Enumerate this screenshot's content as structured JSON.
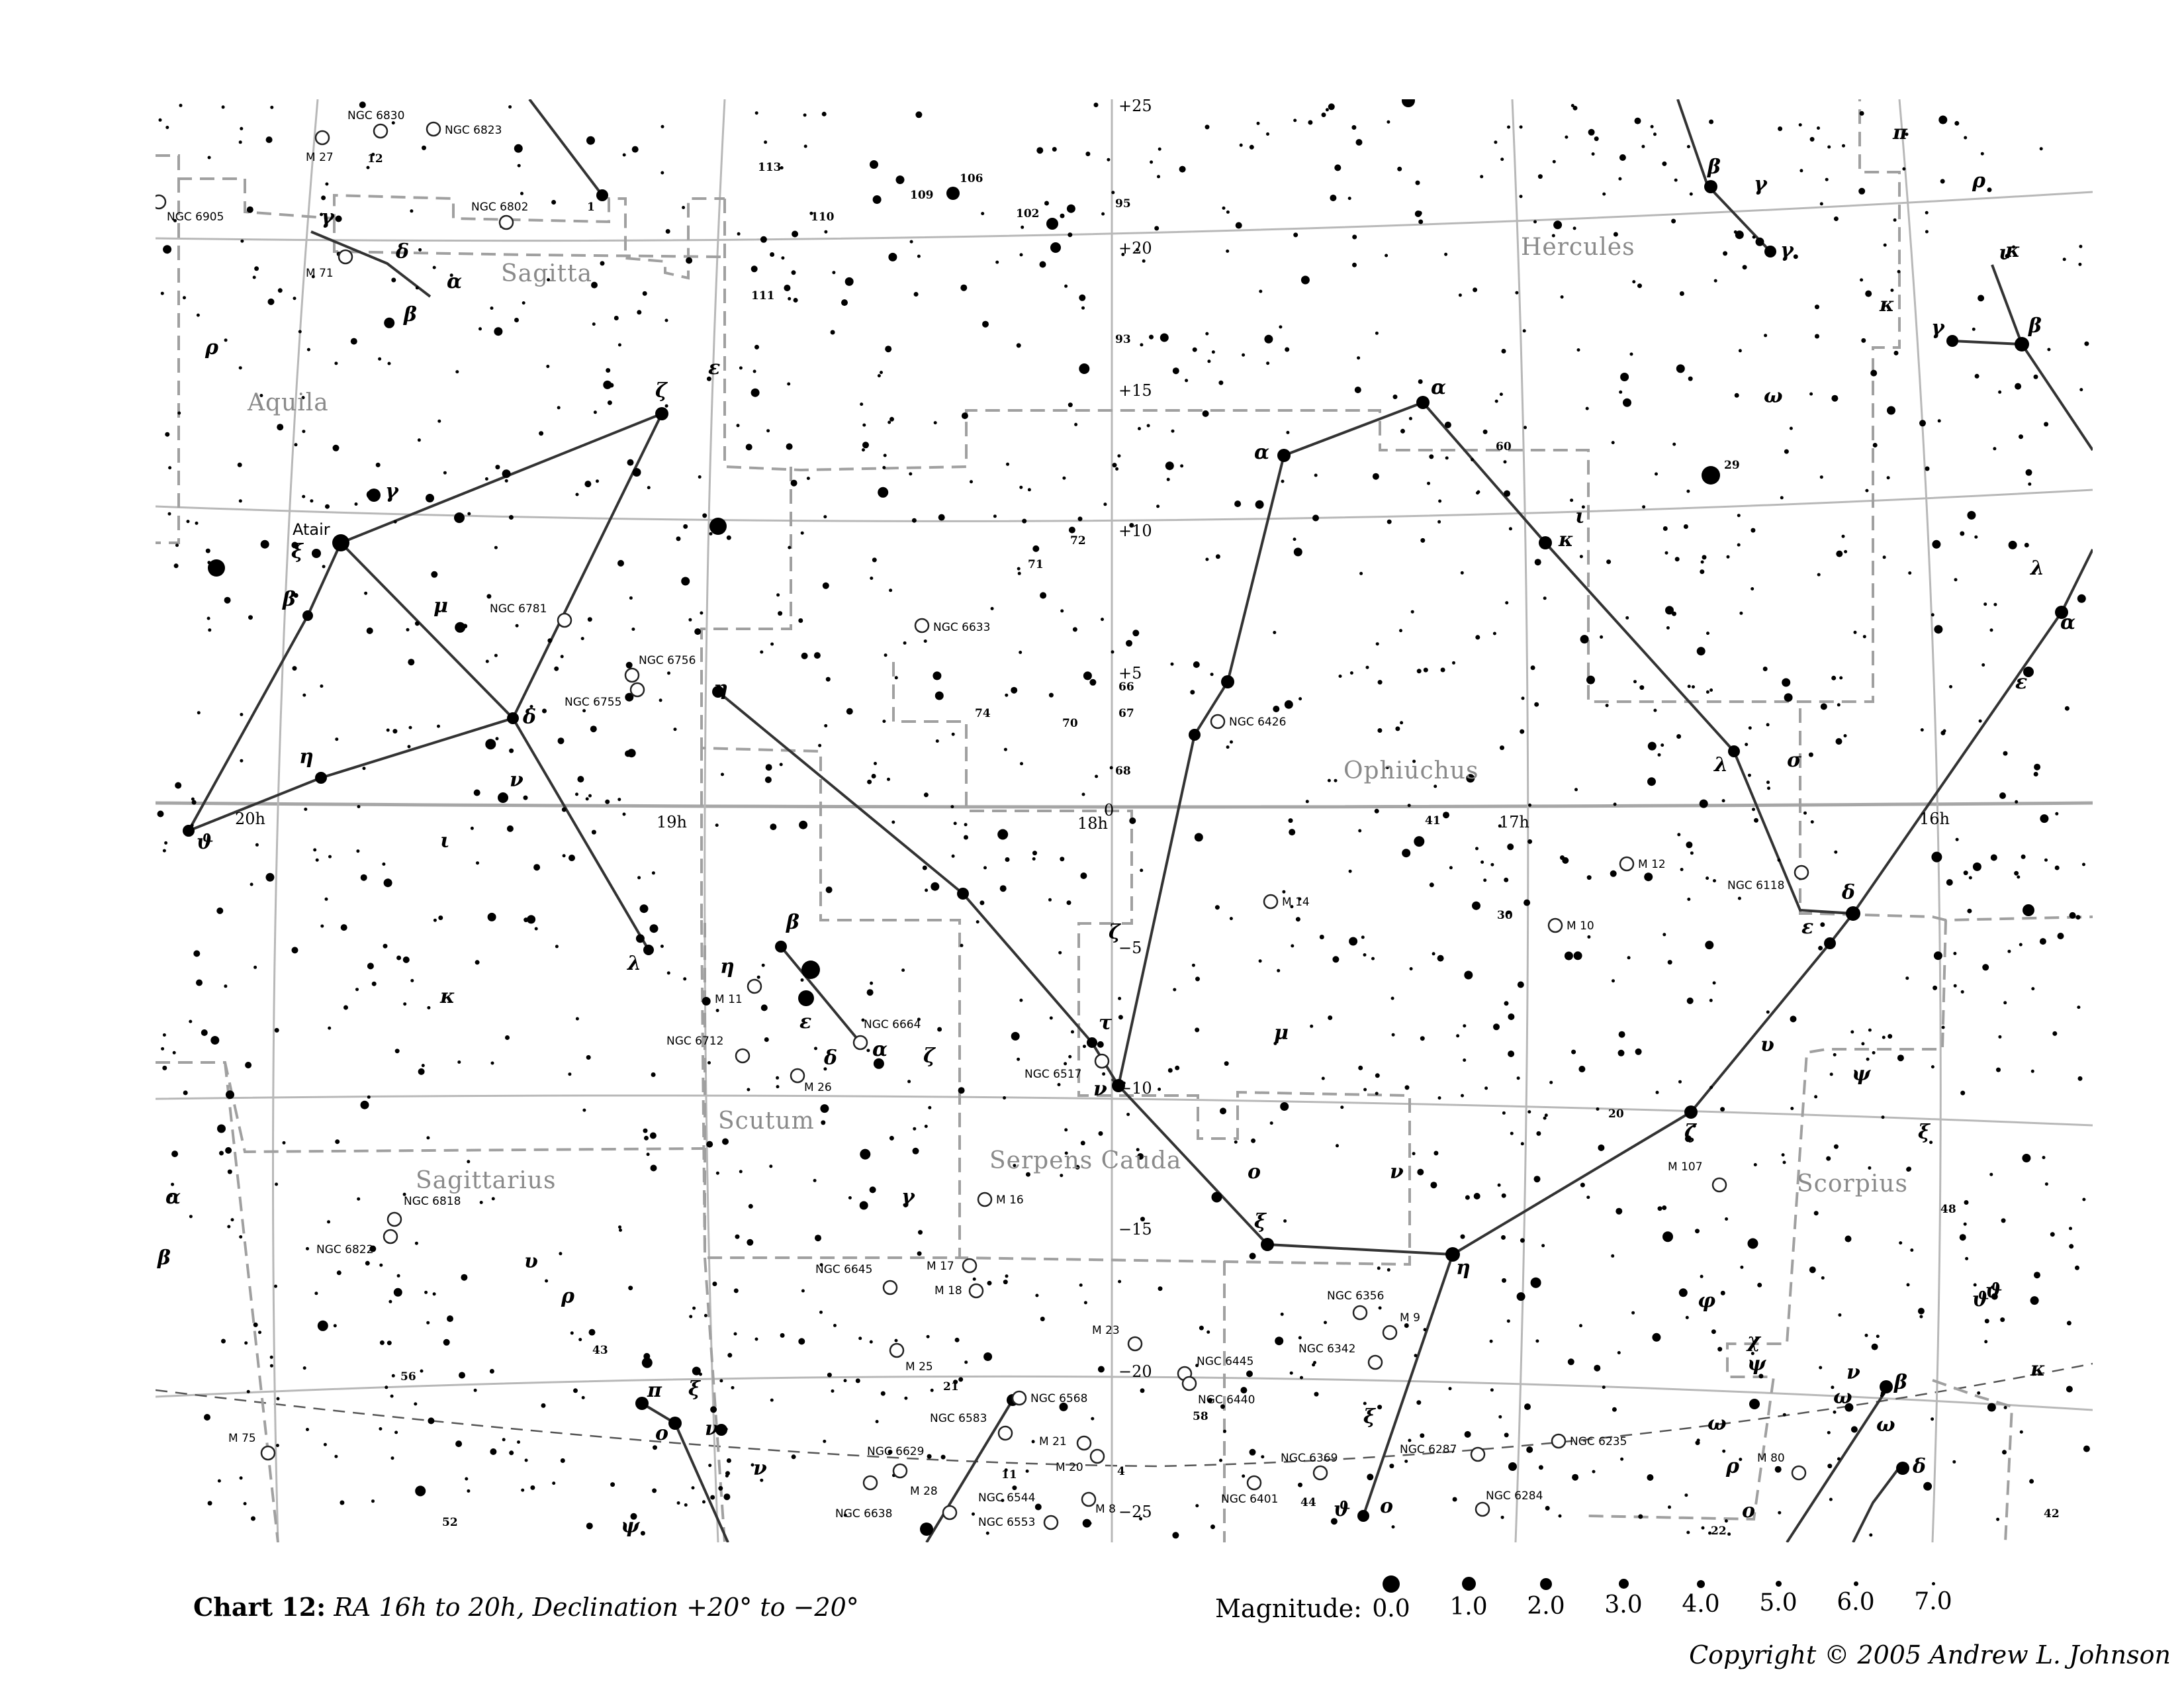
{
  "chart_title_bold": "Chart 12:",
  "chart_title_rest": "RA 16h to 20h, Declination +20° to −20°",
  "copyright": "Copyright © 2005 Andrew L. Johnson",
  "legend": {
    "label": "Magnitude:",
    "values": [
      "0.0",
      "1.0",
      "2.0",
      "3.0",
      "4.0",
      "5.0",
      "6.0",
      "7.0"
    ]
  },
  "constellations": [
    "Hercules",
    "Aquila",
    "Sagitta",
    "Ophiuchus",
    "Scutum",
    "Sagittarius",
    "Serpens Cauda",
    "Scorpius"
  ],
  "ra_labels": [
    "20h",
    "19h",
    "18h",
    "17h",
    "16h"
  ],
  "dec_labels": [
    "+25",
    "+20",
    "+15",
    "+10",
    "+5",
    "0",
    "−5",
    "−10",
    "−15",
    "−20",
    "−25"
  ],
  "named_stars": [
    "Atair"
  ],
  "deep_sky": [
    "NGC 6830",
    "NGC 6823",
    "M 27",
    "NGC 6905",
    "NGC 6802",
    "M 71",
    "NGC 6781",
    "NGC 6756",
    "NGC 6755",
    "NGC 6633",
    "NGC 6426",
    "M 14",
    "M 12",
    "M 10",
    "NGC 6118",
    "M 11",
    "NGC 6712",
    "M 26",
    "NGC 6664",
    "NGC 6517",
    "M 107",
    "M 16",
    "M 17",
    "M 18",
    "NGC 6645",
    "NGC 6818",
    "NGC 6822",
    "M 25",
    "M 23",
    "NGC 6445",
    "NGC 6440",
    "NGC 6356",
    "M 9",
    "NGC 6342",
    "NGC 6568",
    "NGC 6583",
    "M 21",
    "M 20",
    "M 8",
    "NGC 6629",
    "NGC 6638",
    "M 28",
    "NGC 6544",
    "NGC 6553",
    "NGC 6401",
    "NGC 6369",
    "NGC 6287",
    "NGC 6235",
    "NGC 6284",
    "M 80",
    "M 75"
  ],
  "greek_labels": [
    "γ",
    "δ",
    "α",
    "β",
    "ρ",
    "ζ",
    "ε",
    "γ",
    "ξ",
    "β",
    "μ",
    "δ",
    "η",
    "ϑ",
    "ν",
    "ι",
    "λ",
    "κ",
    "α",
    "α",
    "κ",
    "ι",
    "λ",
    "σ",
    "δ",
    "ε",
    "μ",
    "υ",
    "ζ",
    "ψ",
    "ξ",
    "ϑ",
    "η",
    "τ",
    "ν",
    "ζ",
    "β",
    "η",
    "ε",
    "δ",
    "α",
    "ζ",
    "o",
    "ν",
    "ξ",
    "η",
    "γ",
    "ϑ",
    "o",
    "ξ",
    "φ",
    "χ",
    "ψ",
    "ω",
    "ρ",
    "o",
    "ν",
    "ω",
    "ω",
    "β",
    "δ",
    "κ",
    "ϑ",
    "π",
    "ξ",
    "o",
    "ν",
    "ν",
    "ψ",
    "ρ",
    "υ",
    "α",
    "β",
    "γ",
    "β",
    "γ",
    "ι",
    "κ",
    "ρ",
    "π",
    "ω",
    "κ",
    "γ",
    "β",
    "λ",
    "α",
    "ε"
  ],
  "flamsteed_labels": [
    "113",
    "110",
    "111",
    "109",
    "106",
    "102",
    "95",
    "93",
    "1",
    "12",
    "72",
    "71",
    "66",
    "67",
    "70",
    "68",
    "74",
    "60",
    "29",
    "41",
    "30",
    "20",
    "48",
    "43",
    "56",
    "52",
    "21",
    "11",
    "4",
    "58",
    "44",
    "22",
    "42"
  ],
  "plus_minus_labels": [
    "+25",
    "+20",
    "+15",
    "+10",
    "+5",
    "0",
    "−5",
    "−10",
    "−15",
    "−20",
    "−25"
  ]
}
